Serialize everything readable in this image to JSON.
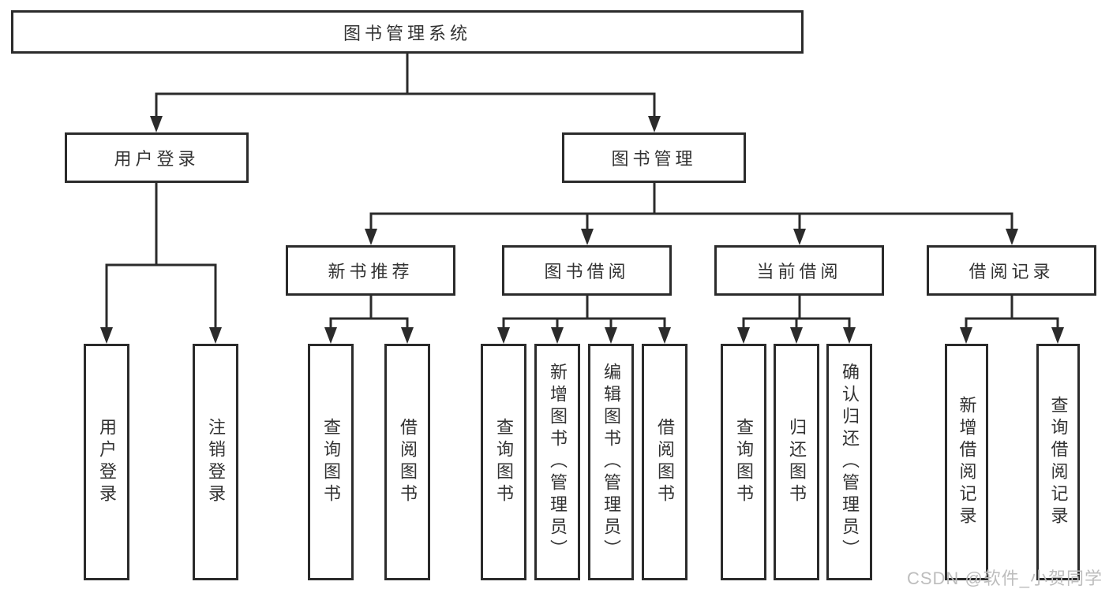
{
  "tree": {
    "root": {
      "label": "图书管理系统",
      "children": [
        {
          "label": "用户登录",
          "children": [
            {
              "label": "用户登录"
            },
            {
              "label": "注销登录"
            }
          ]
        },
        {
          "label": "图书管理",
          "children": [
            {
              "label": "新书推荐",
              "children": [
                {
                  "label": "查询图书"
                },
                {
                  "label": "借阅图书"
                }
              ]
            },
            {
              "label": "图书借阅",
              "children": [
                {
                  "label": "查询图书"
                },
                {
                  "label": "新增图书（管理员）"
                },
                {
                  "label": "编辑图书（管理员）"
                },
                {
                  "label": "借阅图书"
                }
              ]
            },
            {
              "label": "当前借阅",
              "children": [
                {
                  "label": "查询图书"
                },
                {
                  "label": "归还图书"
                },
                {
                  "label": "确认归还（管理员）"
                }
              ]
            },
            {
              "label": "借阅记录",
              "children": [
                {
                  "label": "新增借阅记录"
                },
                {
                  "label": "查询借阅记录"
                }
              ]
            }
          ]
        }
      ]
    }
  },
  "watermark": {
    "text": "CSDN @软件_小贺同学"
  },
  "colors": {
    "line": "#2b2b2b",
    "text": "#333333",
    "watermark": "#bdbdbd",
    "background": "#ffffff"
  }
}
